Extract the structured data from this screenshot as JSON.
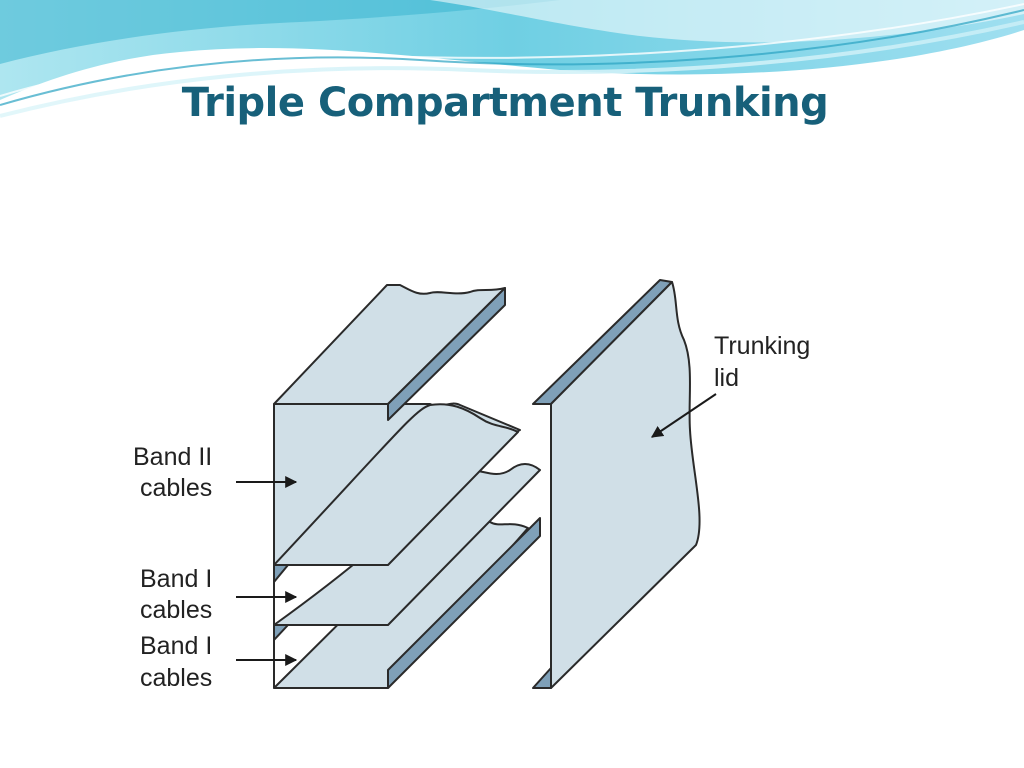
{
  "slide": {
    "title": "Triple Compartment Trunking"
  },
  "diagram": {
    "labels": {
      "band2_line1": "Band II",
      "band2_line2": "cables",
      "band1_upper_line1": "Band I",
      "band1_upper_line2": "cables",
      "band1_lower_line1": "Band I",
      "band1_lower_line2": "cables",
      "lid_line1": "Trunking",
      "lid_line2": "lid"
    }
  },
  "colors": {
    "title": "#17607a",
    "panel_face": "#d0dfe7",
    "lip_edge": "#7fa0b8",
    "outline": "#2a2a2a",
    "header_wave_light": "#c5ecf3",
    "header_wave_mid": "#7fd4e6",
    "header_wave_dark": "#3ab4cf"
  }
}
